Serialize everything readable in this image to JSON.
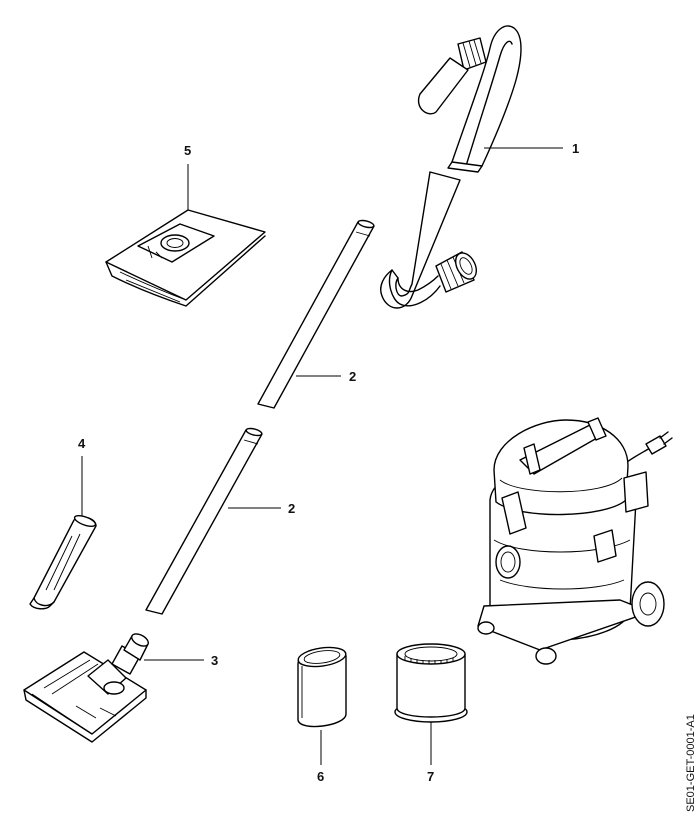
{
  "callouts": {
    "hose": "1",
    "tube_upper": "2",
    "tube_lower": "2",
    "floor_nozzle": "3",
    "crevice_nozzle": "4",
    "filter_bag": "5",
    "flat_filter": "6",
    "cartridge_filter": "7"
  },
  "document_id": "SE01-GET-0001-A1"
}
